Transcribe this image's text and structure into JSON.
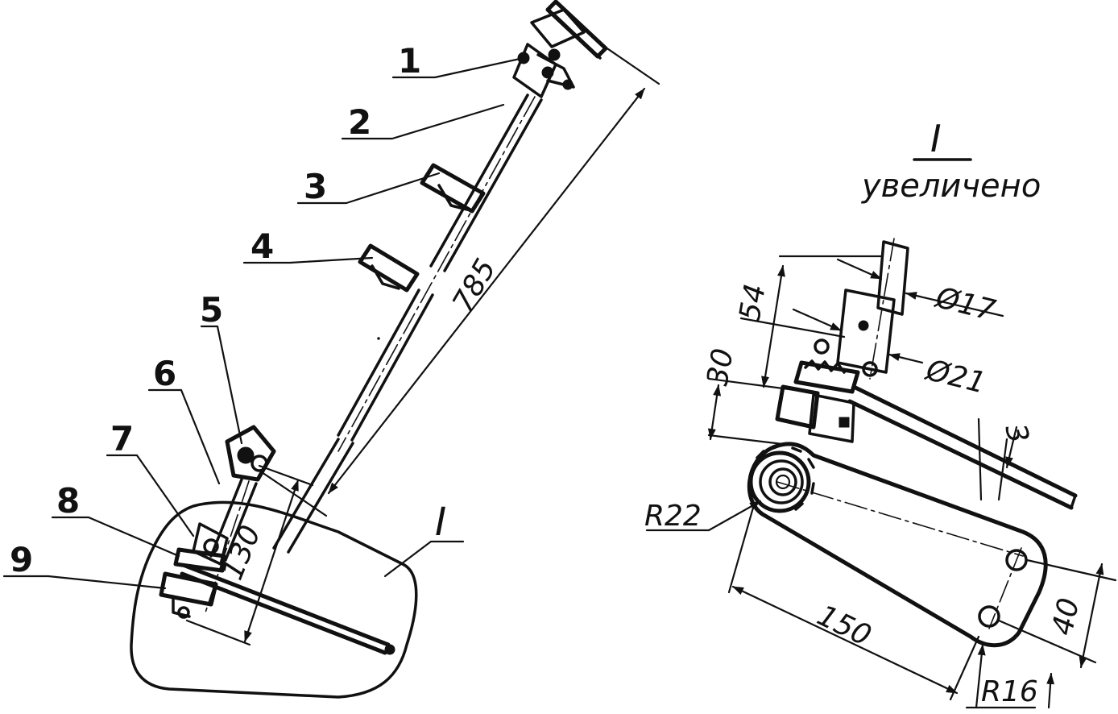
{
  "callouts": {
    "c1": "1",
    "c2": "2",
    "c3": "3",
    "c4": "4",
    "c5": "5",
    "c6": "6",
    "c7": "7",
    "c8": "8",
    "c9": "9",
    "view_ref": "I"
  },
  "dimensions_main": {
    "length_total": "785",
    "length_lower": "130"
  },
  "detail": {
    "title": "I",
    "subtitle": "увеличено",
    "d17": "Ø17",
    "d21": "Ø21",
    "dim54": "54",
    "dim30": "30",
    "dim3": "3",
    "r22": "R22",
    "r16": "R16",
    "dim150": "150",
    "dim40": "40"
  }
}
